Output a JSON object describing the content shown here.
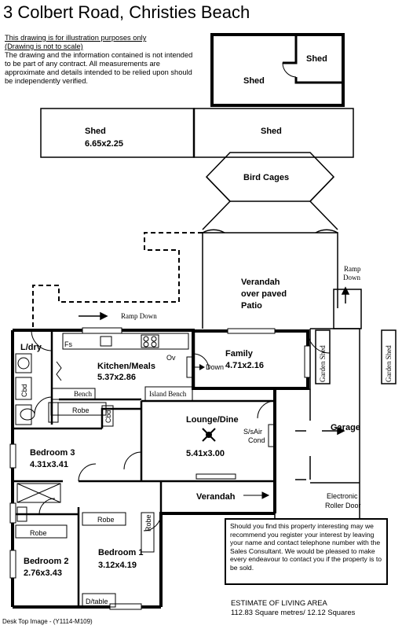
{
  "title": "3 Colbert Road, Christies Beach",
  "disclaimer": {
    "line1": "This drawing is for illustration purposes only",
    "line2": "(Drawing is not to scale)",
    "body": "The drawing and the information contained is not intended to be part of any contract.  All measurements are approximate and details intended to be relied upon should be independently verified."
  },
  "rooms": {
    "shed_top": "Shed",
    "shed_small": "Shed",
    "shed_left": "Shed",
    "shed_left_dim": "6.65x2.25",
    "shed_right": "Shed",
    "bird_cages": "Bird Cages",
    "verandah_rear_1": "Verandah",
    "verandah_rear_2": "over paved",
    "verandah_rear_3": "Patio",
    "ramp_down_left": "Ramp Down",
    "ramp_down_right_1": "Ramp",
    "ramp_down_right_2": "Down",
    "laundry": "L/dry",
    "fs": "Fs",
    "ov": "Ov",
    "kitchen": "Kitchen/Meals",
    "kitchen_dim": "5.37x2.86",
    "down": "Down",
    "family": "Family",
    "family_dim": "4.71x2.16",
    "garden_shed_1": "Garden Shed",
    "garden_shed_2": "Garden Shed",
    "cbd_laundry": "Cbd",
    "bench": "Bench",
    "island_bench": "Island Bench",
    "robe_bed3": "Robe",
    "cbd_hall": "Cbd",
    "lounge": "Lounge/Dine",
    "lounge_dim": "5.41x3.00",
    "aircon_1": "S/sAir",
    "aircon_2": "Cond",
    "garage": "Garage",
    "bedroom3": "Bedroom 3",
    "bedroom3_dim": "4.31x3.41",
    "verandah_front": "Verandah",
    "roller_1": "Electronic",
    "roller_2": "Roller Door",
    "robe_bed1": "Robe",
    "robe_bed1_side": "Robe",
    "robe_bed2": "Robe",
    "bedroom1": "Bedroom 1",
    "bedroom1_dim": "3.12x4.19",
    "bedroom2": "Bedroom 2",
    "bedroom2_dim": "2.76x3.43",
    "dtable": "D/table"
  },
  "notice": "Should you find this property interesting may we recommend you register your interest by leaving your name and contact telephone number with the Sales Consultant. We would be pleased to make every endeavour to contact you if the property is to be sold.",
  "estimate": {
    "heading": "ESTIMATE OF LIVING AREA",
    "value": "112.83 Square metres/  12.12 Squares"
  },
  "footer": "Desk Top Image - (Y1114-M109)"
}
